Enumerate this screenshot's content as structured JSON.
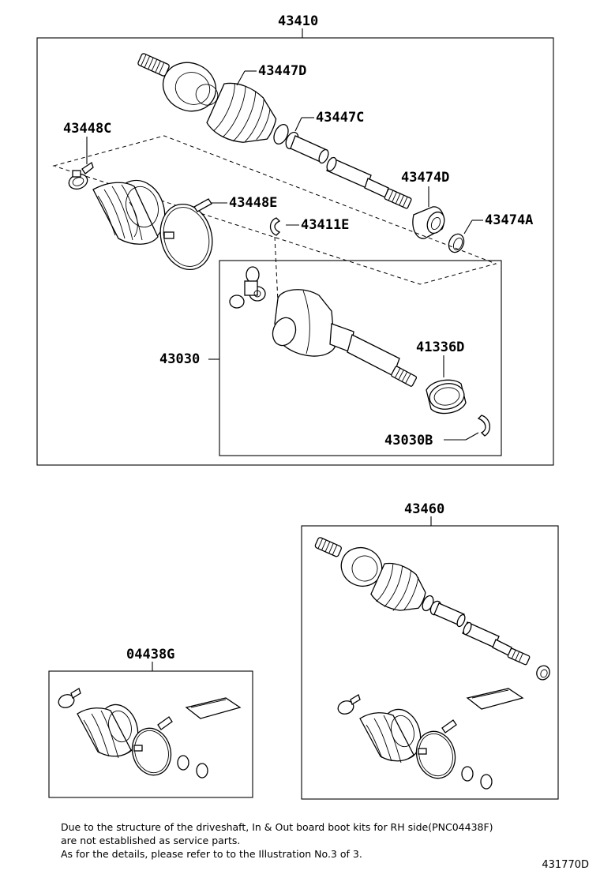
{
  "parts": {
    "p43410": "43410",
    "p43447D": "43447D",
    "p43447C": "43447C",
    "p43448C": "43448C",
    "p43448E": "43448E",
    "p43411E": "43411E",
    "p43474D": "43474D",
    "p43474A": "43474A",
    "p43030": "43030",
    "p41336D": "41336D",
    "p43030B": "43030B",
    "p43460": "43460",
    "p04438G": "04438G"
  },
  "note": {
    "line1": "Due to the structure of the driveshaft, In & Out board  boot kits for RH side(PNC04438F)",
    "line2": "are not established as service parts.",
    "line3": "As for the details, please refer to to the Illustration No.3 of 3."
  },
  "illustration_code": "431770D"
}
